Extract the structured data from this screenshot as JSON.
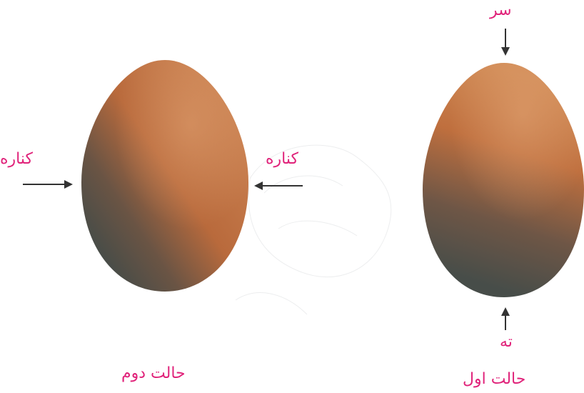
{
  "labels": {
    "side_left": "کناره",
    "side_right": "کناره",
    "top": "سر",
    "bottom": "ته",
    "case_two": "حالت دوم",
    "case_one": "حالت اول"
  },
  "colors": {
    "label": "#e0237a",
    "arrow": "#333333",
    "egg_warm": "#c67a45",
    "egg_dark": "#4a4f4a"
  }
}
